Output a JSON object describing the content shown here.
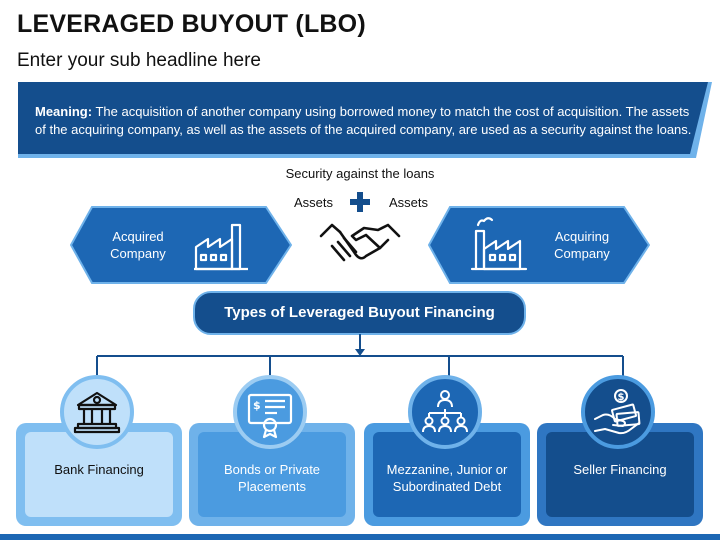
{
  "title": "LEVERAGED BUYOUT (LBO)",
  "subtitle": "Enter your sub headline here",
  "meaning": {
    "label": "Meaning:",
    "text": "The acquisition of another company using borrowed money to match the cost of acquisition. The assets of the acquiring company, as well as the assets of the acquired company, are used as a security against the loans."
  },
  "security": {
    "label": "Security against the loans",
    "left_assets": "Assets",
    "right_assets": "Assets"
  },
  "companies": {
    "acquired": "Acquired Company",
    "acquiring": "Acquiring Company"
  },
  "types_title": "Types of Leveraged Buyout Financing",
  "financing": [
    {
      "label": "Bank Financing",
      "icon": "bank-icon"
    },
    {
      "label": "Bonds or Private Placements",
      "icon": "certificate-icon"
    },
    {
      "label": "Mezzanine, Junior or Subordinated Debt",
      "icon": "hierarchy-icon"
    },
    {
      "label": "Seller Financing",
      "icon": "money-hand-icon"
    }
  ],
  "colors": {
    "dark_blue": "#144e8d",
    "mid_blue": "#1d67b4",
    "light_blue": "#6fb2ea",
    "pale_blue": "#bfe0fa"
  }
}
